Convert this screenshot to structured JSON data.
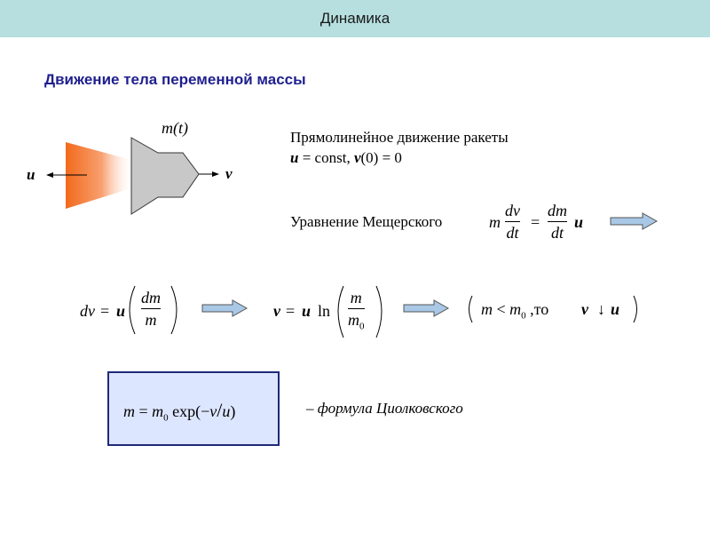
{
  "header": {
    "title": "Динамика"
  },
  "subtitle": "Движение тела переменной массы",
  "diagram": {
    "mass_label": "m(t)",
    "left_label": "u",
    "right_label": "v"
  },
  "rocket": {
    "line1": "Прямолинейное движение ракеты",
    "cond_u": "u",
    "cond_rest": " = const, ",
    "cond_v": "v",
    "cond_end": "(0) = 0"
  },
  "mesh": {
    "label": "Уравнение Мещерского",
    "m": "m",
    "num1": "dv",
    "den1": "dt",
    "eq": "=",
    "num2": "dm",
    "den2": "dt",
    "u": "u"
  },
  "row2": {
    "dv": "dv",
    "eq": "=",
    "u1": "u",
    "num": "dm",
    "den": "m",
    "v": "v",
    "eq2": "=",
    "u2": "u",
    "ln": "ln",
    "num2": "m",
    "den2": "m",
    "den2_sub": "0",
    "cond_m": "m",
    "cond_lt": " < ",
    "cond_m0": "m",
    "cond_m0_sub": "0",
    "cond_to": " ,то",
    "cond_v": "v",
    "cond_arrow": "↓",
    "cond_u": "u"
  },
  "tsiolkovsky": {
    "formula_m": "m",
    "formula_eq": " = ",
    "formula_m0": "m",
    "formula_m0_sub": "0",
    "formula_exp": " exp(",
    "formula_minus": "−",
    "formula_v": "v",
    "formula_slash": "/",
    "formula_u": "u",
    "formula_close": ")",
    "caption": "– формула Циолковского"
  },
  "colors": {
    "header_bg": "#b7dfe0",
    "subtitle": "#1f1f8f",
    "flame": "#f26a1b",
    "box_bg": "#dde6ff",
    "box_border": "#1f2a7a",
    "arrow_fill": "#a9c8e6"
  }
}
